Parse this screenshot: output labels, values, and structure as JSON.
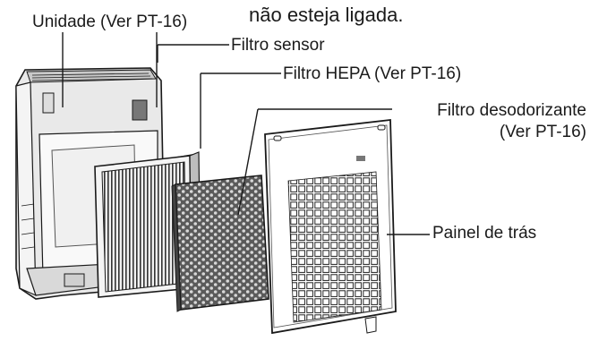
{
  "caption": "não esteja ligada.",
  "labels": {
    "unidade": "Unidade (Ver PT-16)",
    "filtro_sensor": "Filtro sensor",
    "filtro_hepa": "Filtro HEPA (Ver PT-16)",
    "filtro_desodorizante": "Filtro desodorizante",
    "filtro_desodorizante_ref": "(Ver PT-16)",
    "painel": "Painel de trás"
  }
}
